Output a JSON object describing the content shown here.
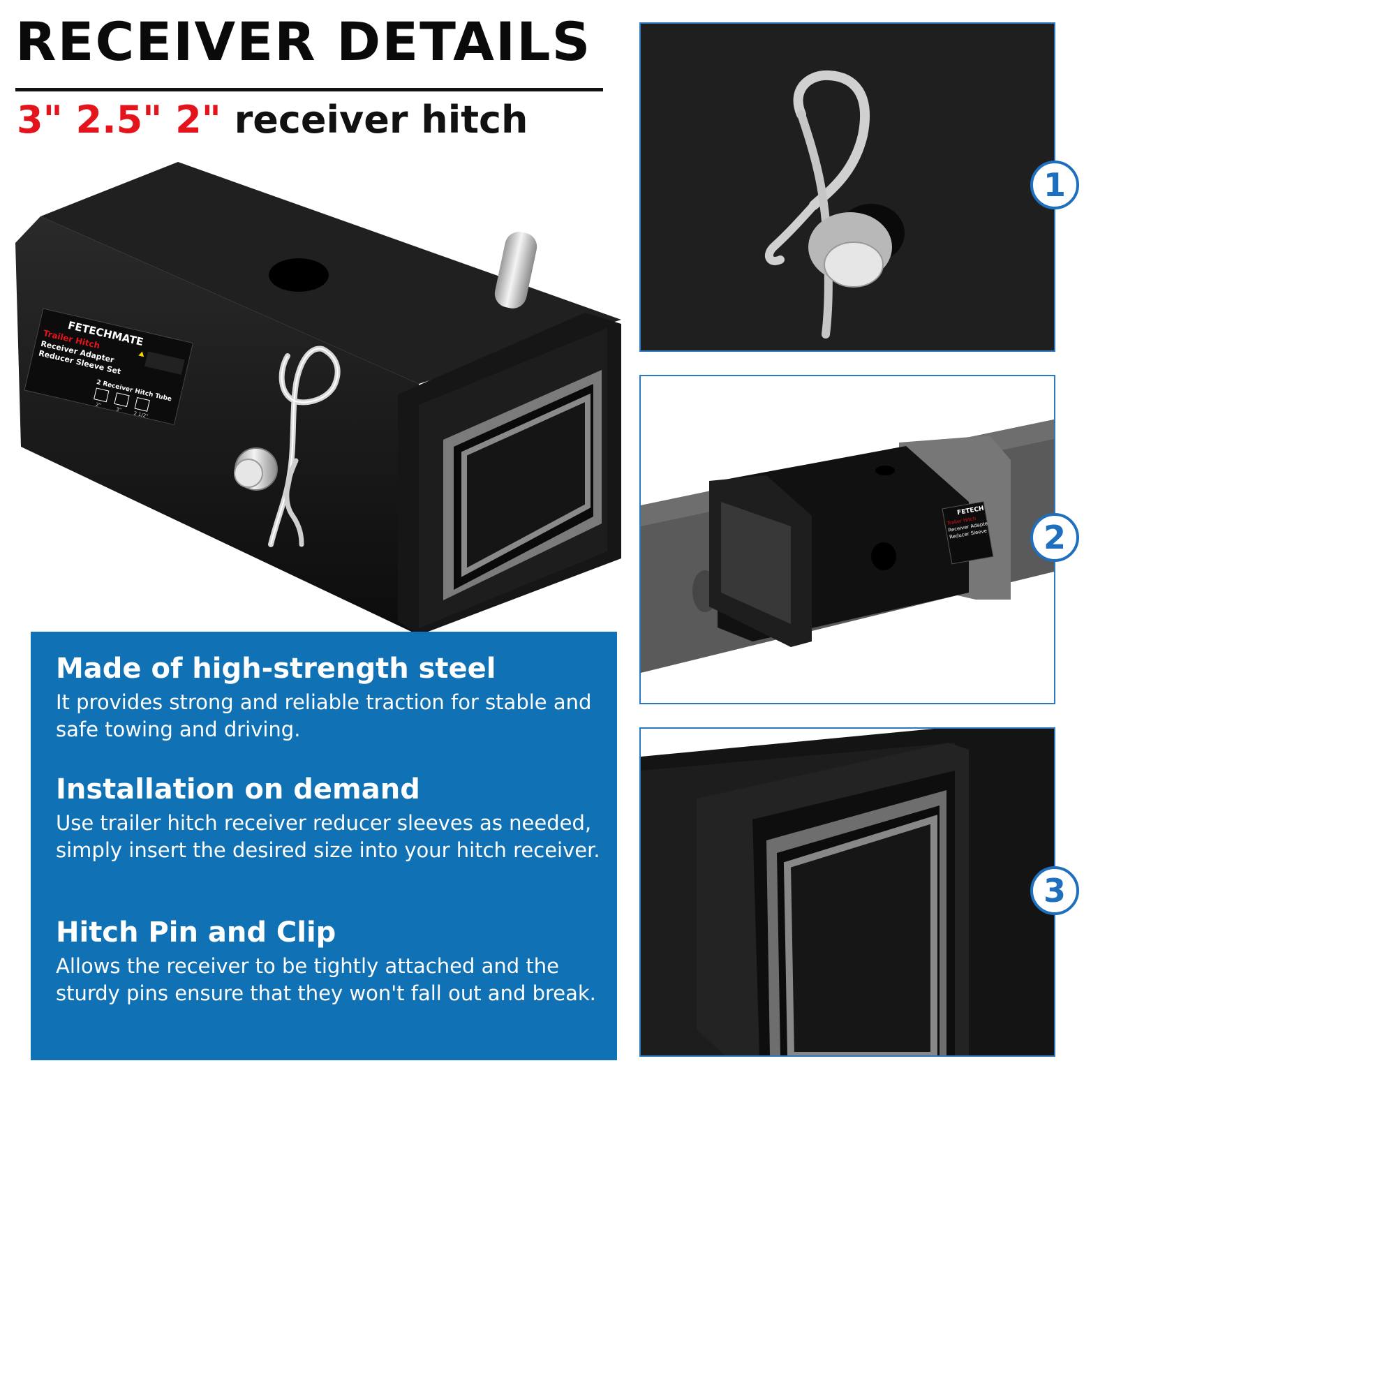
{
  "header": {
    "title": "RECEIVER DETAILS",
    "subtitle_sizes": "3\" 2.5\" 2\"",
    "subtitle_text": " receiver hitch"
  },
  "product_label": {
    "brand": "FETECHMATE",
    "line1": "Trailer Hitch",
    "line2": "Receiver Adapter",
    "line3": "Reducer Sleeve Set",
    "tube_heading": "2 Receiver Hitch Tube",
    "sizes": [
      "2\"",
      "3\"",
      "2 1/2\""
    ]
  },
  "features": [
    {
      "heading": "Made of high-strength steel",
      "body": "It provides strong and reliable traction for stable and safe towing and driving."
    },
    {
      "heading": "Installation on demand",
      "body": "Use trailer hitch receiver reducer sleeves as needed, simply insert the desired size into your hitch receiver."
    },
    {
      "heading": "Hitch Pin and Clip",
      "body": "Allows the receiver to be tightly attached and the sturdy pins ensure that they won't fall out and break."
    }
  ],
  "details": [
    {
      "number": "1"
    },
    {
      "number": "2",
      "label_brand": "FETECH",
      "label_line1": "Trailer Hitch",
      "label_line2": "Receiver Adapte",
      "label_line3": "Reducer Sleeve"
    },
    {
      "number": "3"
    }
  ],
  "colors": {
    "panel_blue": "#1071b5",
    "accent_red": "#e3141b",
    "badge_blue": "#1e6fbd"
  }
}
